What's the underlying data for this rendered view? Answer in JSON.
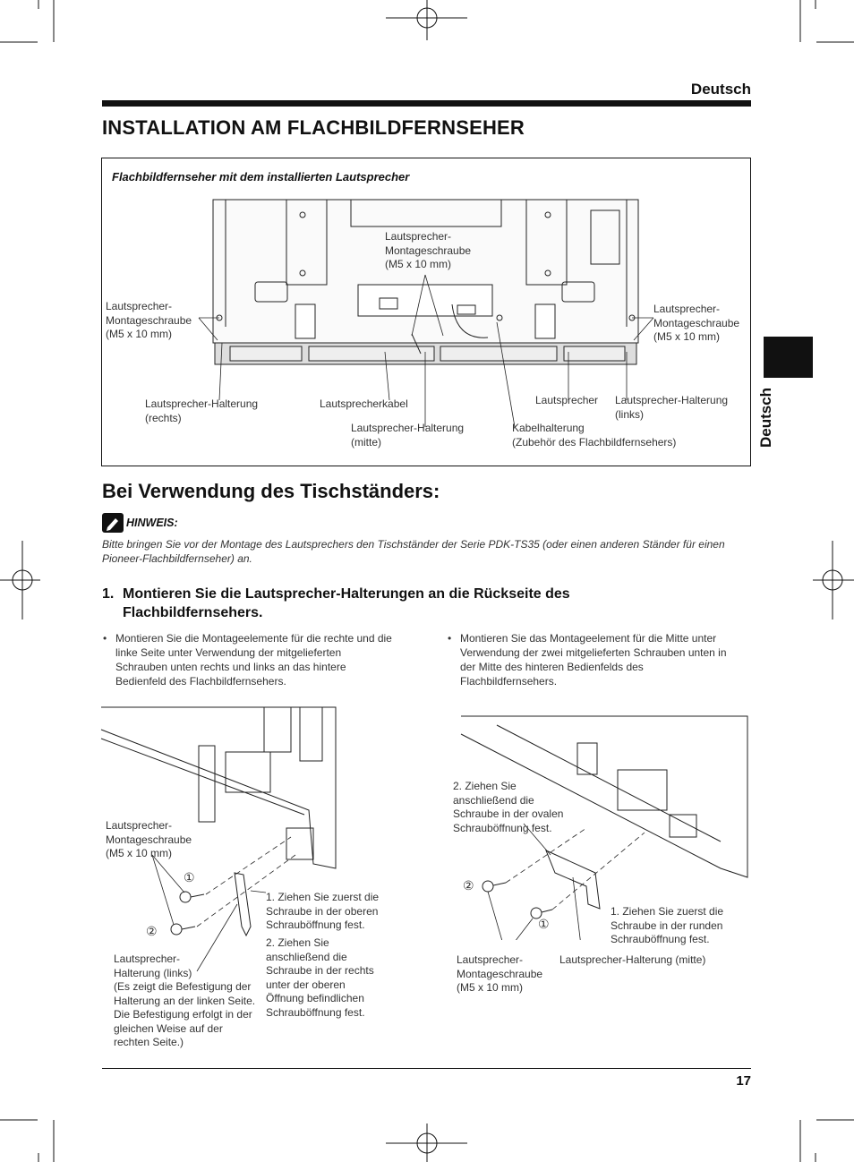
{
  "header": {
    "language": "Deutsch"
  },
  "section_title": "INSTALLATION AM FLACHBILDFERNSEHER",
  "figure1": {
    "caption": "Flachbildfernseher mit dem installierten Lautsprecher",
    "labels": {
      "screw_top": "Lautsprecher-\nMontageschraube\n(M5 x 10 mm)",
      "screw_left": "Lautsprecher-\nMontageschraube\n(M5 x 10 mm)",
      "screw_right": "Lautsprecher-\nMontageschraube\n(M5 x 10 mm)",
      "bracket_right": "Lautsprecher-Halterung\n(rechts)",
      "cable": "Lautsprecherkabel",
      "bracket_middle": "Lautsprecher-Halterung\n(mitte)",
      "speaker": "Lautsprecher",
      "bracket_left": "Lautsprecher-Halterung\n(links)",
      "cable_holder": "Kabelhalterung\n(Zubehör des Flachbildfernsehers)"
    }
  },
  "side_tab": {
    "label": "Deutsch"
  },
  "subsection_title": "Bei Verwendung des Tischständers:",
  "note": {
    "label": "HINWEIS:",
    "text": "Bitte bringen Sie vor der Montage des Lautsprechers den Tischständer der Serie PDK-TS35 (oder einen anderen Ständer für einen Pioneer-Flachbildfernseher) an."
  },
  "step1": {
    "number": "1.",
    "text": "Montieren Sie die Lautsprecher-Halterungen an die Rückseite des Flachbildfernsehers."
  },
  "bullets": {
    "left": "Montieren Sie die Montageelemente für die rechte und die linke Seite unter Verwendung der mitgelieferten Schrauben unten rechts und links an das hintere Bedienfeld des Flachbildfernsehers.",
    "right": "Montieren Sie das Montageelement für die Mitte unter Verwendung der zwei mitgelieferten Schrauben unten in der Mitte des hinteren Bedienfelds des Flachbildfernsehers."
  },
  "figure2": {
    "screw": "Lautsprecher-\nMontageschraube\n(M5 x 10 mm)",
    "marker1": "①",
    "marker2": "②",
    "step1": "1. Ziehen Sie zuerst die\n    Schraube in der oberen\n    Schrauböffnung fest.",
    "step2": "2. Ziehen Sie\n    anschließend die\n    Schraube in der rechts\n    unter der oberen\n    Öffnung befindlichen\n    Schrauböffnung fest.",
    "bracket": "Lautsprecher-\nHalterung (links)\n(Es zeigt die Befestigung der\nHalterung an der linken Seite.\nDie Befestigung erfolgt in der\ngleichen Weise auf der\nrechten Seite.)"
  },
  "figure3": {
    "step2": "2. Ziehen Sie\n    anschließend die\n    Schraube in der ovalen\n    Schrauböffnung fest.",
    "marker1": "①",
    "marker2": "②",
    "step1": "1. Ziehen Sie zuerst die\n    Schraube in der runden\n    Schrauböffnung fest.",
    "screw": "Lautsprecher-\nMontageschraube\n(M5 x 10 mm)",
    "bracket": "Lautsprecher-Halterung (mitte)"
  },
  "footer": {
    "page_number": "17"
  }
}
